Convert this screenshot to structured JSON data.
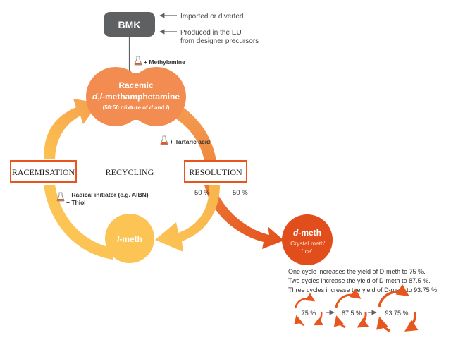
{
  "bmk": {
    "label": "BMK",
    "note_imported": "Imported or diverted",
    "note_produced_line1": "Produced in the EU",
    "note_produced_line2": "from designer precursors"
  },
  "reagents": {
    "methylamine": "+ Methylamine",
    "tartaric_acid": "+ Tartaric acid",
    "radical_initiator": "+ Radical initiator (e.g. AIBN)",
    "thiol": "+ Thiol"
  },
  "racemic": {
    "line1": "Racemic",
    "line2_prefix": "d",
    "line2_mid": ",",
    "line2_l": "l",
    "line2_suffix": "-methamphetamine",
    "line3_prefix": "(50:50 mixture of ",
    "line3_d": "d",
    "line3_and": " and ",
    "line3_l": "l",
    "line3_suffix": ")"
  },
  "stages": {
    "racemisation": "RACEMISATION",
    "recycling": "RECYCLING",
    "resolution": "RESOLUTION"
  },
  "split": {
    "left": "50 %",
    "right": "50 %"
  },
  "l_meth": {
    "prefix": "l",
    "suffix": "-meth"
  },
  "d_meth": {
    "prefix": "d",
    "suffix": "-meth",
    "alias1": "'Crystal meth'",
    "alias2": "'Ice'"
  },
  "yield_notes": [
    "One cycle increases the yield of D-meth to 75 %.",
    "Two cycles increase the yield of D-meth to 87.5 %.",
    "Three cycles increase the yield of D-meth to 93.75 %."
  ],
  "cycles": [
    "75 %",
    "87.5 %",
    "93.75 %"
  ],
  "colors": {
    "bmk_gray": "#5f6062",
    "racemic_orange": "#f28c50",
    "d_meth_red": "#e24e1b",
    "l_meth_yellow": "#fbbf4b",
    "cycle_orange": "#e8561f",
    "box_border": "#e8561f"
  }
}
